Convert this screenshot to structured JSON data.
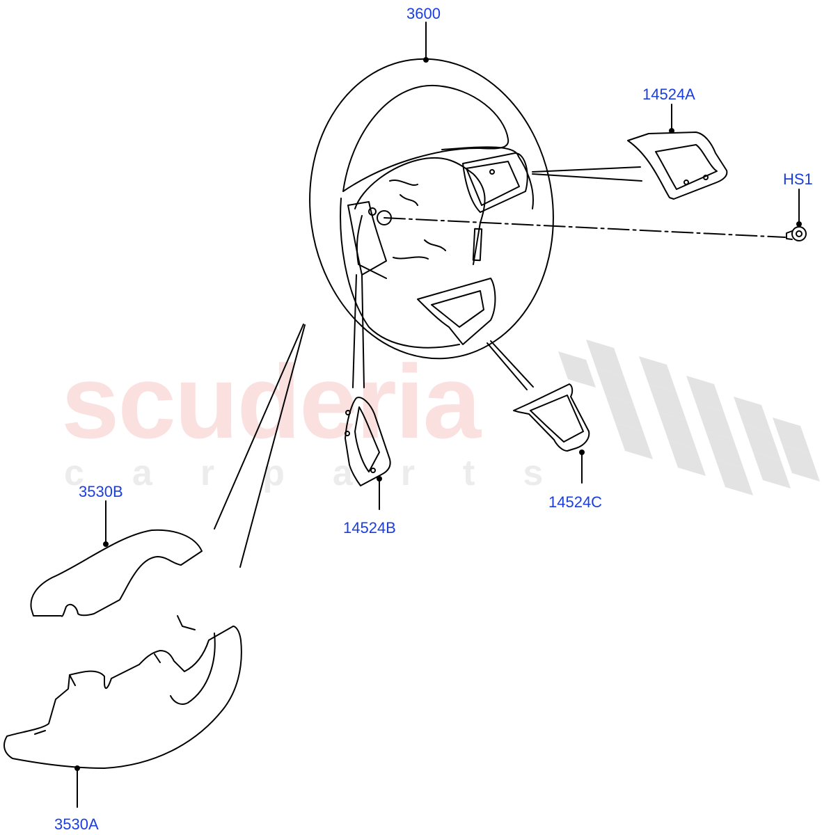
{
  "diagram": {
    "subject": "Steering wheel assembly exploded view",
    "watermark": {
      "main": "scuderia",
      "sub": "carparts",
      "main_color": "#fbe0e0",
      "sub_color": "#ececec",
      "checker_color": "#e0e0e0"
    },
    "label_color": "#1a3de0",
    "line_color": "#000000",
    "callouts": [
      {
        "id": "3600",
        "label": "3600",
        "part": "steering-wheel"
      },
      {
        "id": "14524A",
        "label": "14524A",
        "part": "right-switch-bezel"
      },
      {
        "id": "HS1",
        "label": "HS1",
        "part": "bolt"
      },
      {
        "id": "14524B",
        "label": "14524B",
        "part": "left-switch-bezel"
      },
      {
        "id": "14524C",
        "label": "14524C",
        "part": "lower-spoke-bezel"
      },
      {
        "id": "3530B",
        "label": "3530B",
        "part": "upper-column-shroud"
      },
      {
        "id": "3530A",
        "label": "3530A",
        "part": "lower-column-shroud"
      }
    ]
  }
}
